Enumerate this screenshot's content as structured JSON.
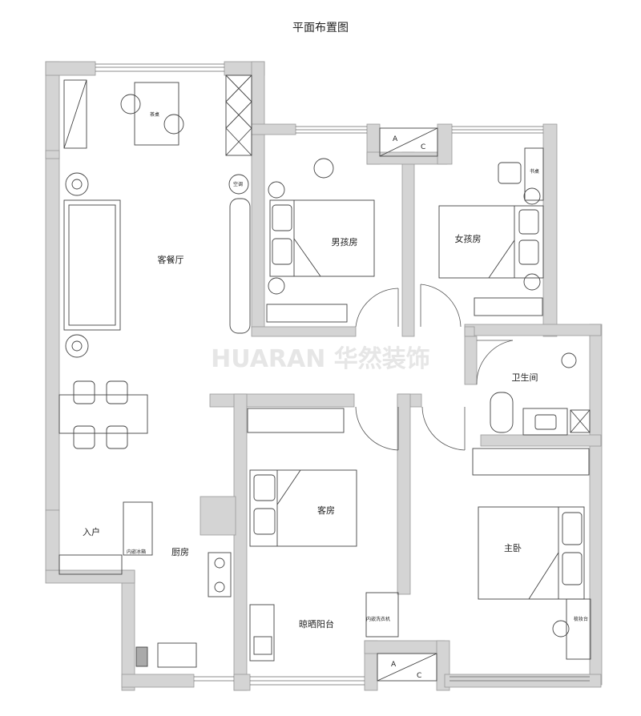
{
  "title": "平面布置图",
  "watermark": "HUARAN 华然装饰",
  "rooms": {
    "living_dining": "客餐厅",
    "boy_room": "男孩房",
    "girl_room": "女孩房",
    "bathroom": "卫生间",
    "guest_room": "客房",
    "master_bedroom": "主卧",
    "entrance": "入户",
    "kitchen": "厨房",
    "balcony": "晾晒阳台"
  },
  "furniture": {
    "tea_table": "茶桌",
    "aircon": "空调",
    "desk": "书桌",
    "fridge": "内嵌冰箱",
    "washer": "内嵌洗衣机",
    "dresser": "梳妆台",
    "ac_a": "A",
    "ac_c": "C"
  },
  "colors": {
    "wall": "#d4d4d4",
    "line": "#444444",
    "watermark": "#e6e6e6"
  }
}
